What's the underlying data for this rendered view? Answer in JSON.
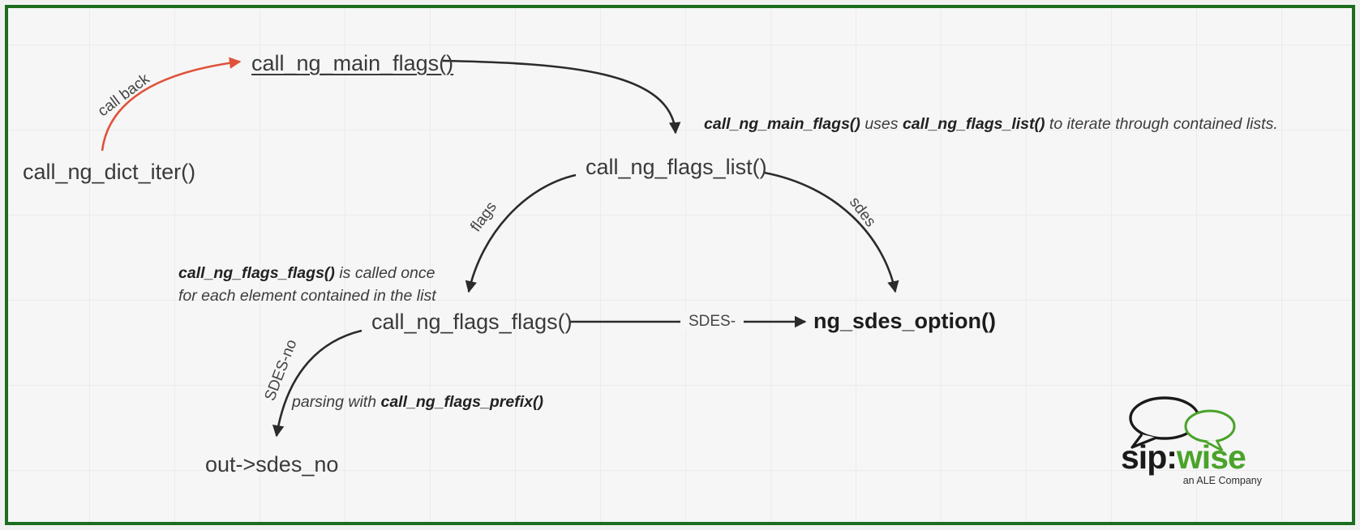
{
  "nodes": {
    "dict_iter": "call_ng_dict_iter()",
    "main_flags": "call_ng_main_flags()",
    "flags_list": "call_ng_flags_list()",
    "flags_flags": "call_ng_flags_flags()",
    "sdes_option": "ng_sdes_option()",
    "out_sdes_no": "out->sdes_no"
  },
  "edge_labels": {
    "call_back": "call back",
    "flags": "flags",
    "sdes": "sdes",
    "sdes_dash": "SDES-",
    "sdes_no": "SDES-no"
  },
  "annotations": {
    "main_flags_note": {
      "fn1": "call_ng_main_flags()",
      "mid": " uses ",
      "fn2": "call_ng_flags_list()",
      "tail": " to iterate through contained lists."
    },
    "flags_flags_note": {
      "fn": "call_ng_flags_flags()",
      "line1_rest": " is called once",
      "line2": "for each element contained in the list"
    },
    "prefix_note": {
      "lead": "parsing with ",
      "fn": "call_ng_flags_prefix()"
    }
  },
  "logo": {
    "sip": "sip:",
    "wise": "wise",
    "tagline": "an ALE Company"
  },
  "colors": {
    "border_green": "#1b6e1f",
    "logo_green": "#4aa32a",
    "arrow_red": "#e0523a",
    "arrow_black": "#2b2b2b",
    "text": "#3a3a3a"
  }
}
